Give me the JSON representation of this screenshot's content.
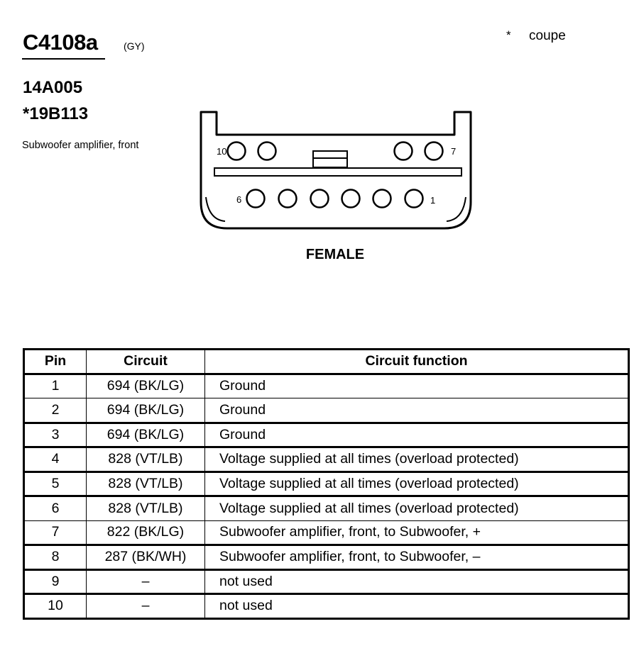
{
  "header": {
    "connector_id": "C4108a",
    "connector_color": "(GY)",
    "note_mark": "*",
    "note_text": "coupe",
    "part_number_1": "14A005",
    "part_number_2": "*19B113",
    "description": "Subwoofer amplifier, front"
  },
  "diagram": {
    "pin_labels": {
      "top_left": "10",
      "top_right": "7",
      "bottom_left": "6",
      "bottom_right": "1"
    },
    "gender_label": "FEMALE"
  },
  "table": {
    "headers": [
      "Pin",
      "Circuit",
      "Circuit function"
    ],
    "rows": [
      {
        "pin": "1",
        "circuit": "694 (BK/LG)",
        "function": "Ground"
      },
      {
        "pin": "2",
        "circuit": "694 (BK/LG)",
        "function": "Ground"
      },
      {
        "pin": "3",
        "circuit": "694 (BK/LG)",
        "function": "Ground"
      },
      {
        "pin": "4",
        "circuit": "828 (VT/LB)",
        "function": "Voltage supplied at all times (overload protected)"
      },
      {
        "pin": "5",
        "circuit": "828 (VT/LB)",
        "function": "Voltage supplied at all times (overload protected)"
      },
      {
        "pin": "6",
        "circuit": "828 (VT/LB)",
        "function": "Voltage supplied at all times (overload protected)"
      },
      {
        "pin": "7",
        "circuit": "822 (BK/LG)",
        "function": "Subwoofer amplifier, front, to Subwoofer, +"
      },
      {
        "pin": "8",
        "circuit": "287 (BK/WH)",
        "function": "Subwoofer amplifier, front, to Subwoofer, –"
      },
      {
        "pin": "9",
        "circuit": "–",
        "function": "not used"
      },
      {
        "pin": "10",
        "circuit": "–",
        "function": "not used"
      }
    ]
  }
}
